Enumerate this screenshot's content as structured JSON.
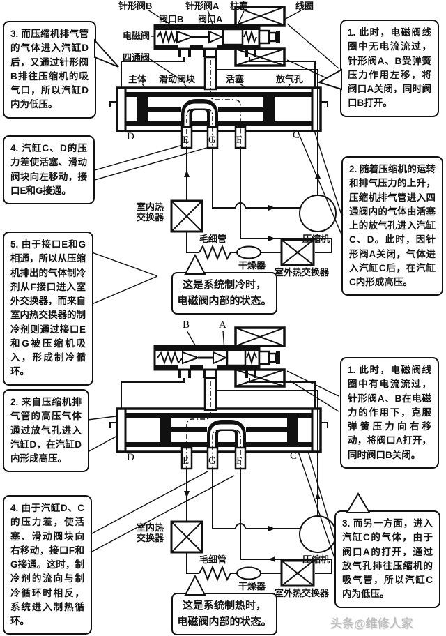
{
  "palette": {
    "ink": "#111111",
    "background": "#ffffff",
    "watermark": "#bfbfbf"
  },
  "circuit": {
    "indoor_hx": "室内热\n交换器",
    "capillary": "毛细管",
    "dryer": "干燥器",
    "outdoor_hx": "室外热交换器",
    "compressor": "压缩机"
  },
  "cooling": {
    "labels": {
      "needle_b": "针形阀B",
      "needle_a": "针形阀A",
      "plunger": "柱塞",
      "coil": "线圈",
      "port_b": "阀口B",
      "port_a": "阀口A",
      "solenoid": "电磁阀",
      "four_way": "四通阀",
      "body": "主体",
      "slide_block": "滑动阀块",
      "piston": "活塞",
      "bleed_hole": "放气孔"
    },
    "ports": {
      "d": "D",
      "e": "E",
      "g": "G",
      "f": "F",
      "c": "C"
    },
    "callouts": {
      "left_step3": "3. 而压缩机排气管的气体进入汽缸D后，又通过针形阀B排往压缩机的吸气口，所以汽缸D内为低压。",
      "left_step4": "4. 汽缸C、D的压力差使活塞、滑动阀块向左移动，接口E和G接通。",
      "left_step5": "5. 由于接口E和G相通，所以从压缩机排出的气体制冷剂从F接口进入室外交换器，而来自室内热交换器的制冷剂则通过接口E和G被压缩机吸入，形成制冷循环。",
      "right_step1": "1. 此时，电磁阀线圈中无电流流过，针形阀A、B受弹簧压力作用左移，将阀口A关闭，同时阀口B打开。",
      "right_step2": "2. 随着压缩机的运转和排气压力的上升，压缩机排气管进入四通阀内的气体由活塞上的放气孔进入汽缸C、D。此时，因针形阀A关闭，气体进入汽缸C后，在汽缸C内形成高压。"
    },
    "bubble": "这是系统制冷时，\n电磁阀内部的状态。"
  },
  "heating": {
    "ports": {
      "b": "B",
      "a": "A",
      "d": "D",
      "e": "E",
      "g": "G",
      "f": "F",
      "c": "C"
    },
    "callouts": {
      "left_step2": "2. 来自压缩机排气管的高压气体通过放气孔进入汽缸D，在汽缸D内形成高压。",
      "left_step4": "4. 由于汽缸D、C的压力差，使活塞、滑动阀块向右移动，接口F和G接通。这时，制冷剂的流向与制冷循环时相反，系统进入制热循环。",
      "right_step1": "1. 此时，电磁阀线圈中有电流流过，针形阀A、B在电磁力的作用下，克服弹簧压力向右移动，将阀口A打开，同时阀口B关闭。",
      "right_step3": "3. 而另一方面，进入汽缸C的气体，由于阀口A的打开，通过放气孔排往压缩机的吸气管，所以汽缸C内为低压。"
    },
    "bubble": "这是系统制热时，\n电磁阀内部的状态。"
  },
  "watermark": "头条@维修人家"
}
